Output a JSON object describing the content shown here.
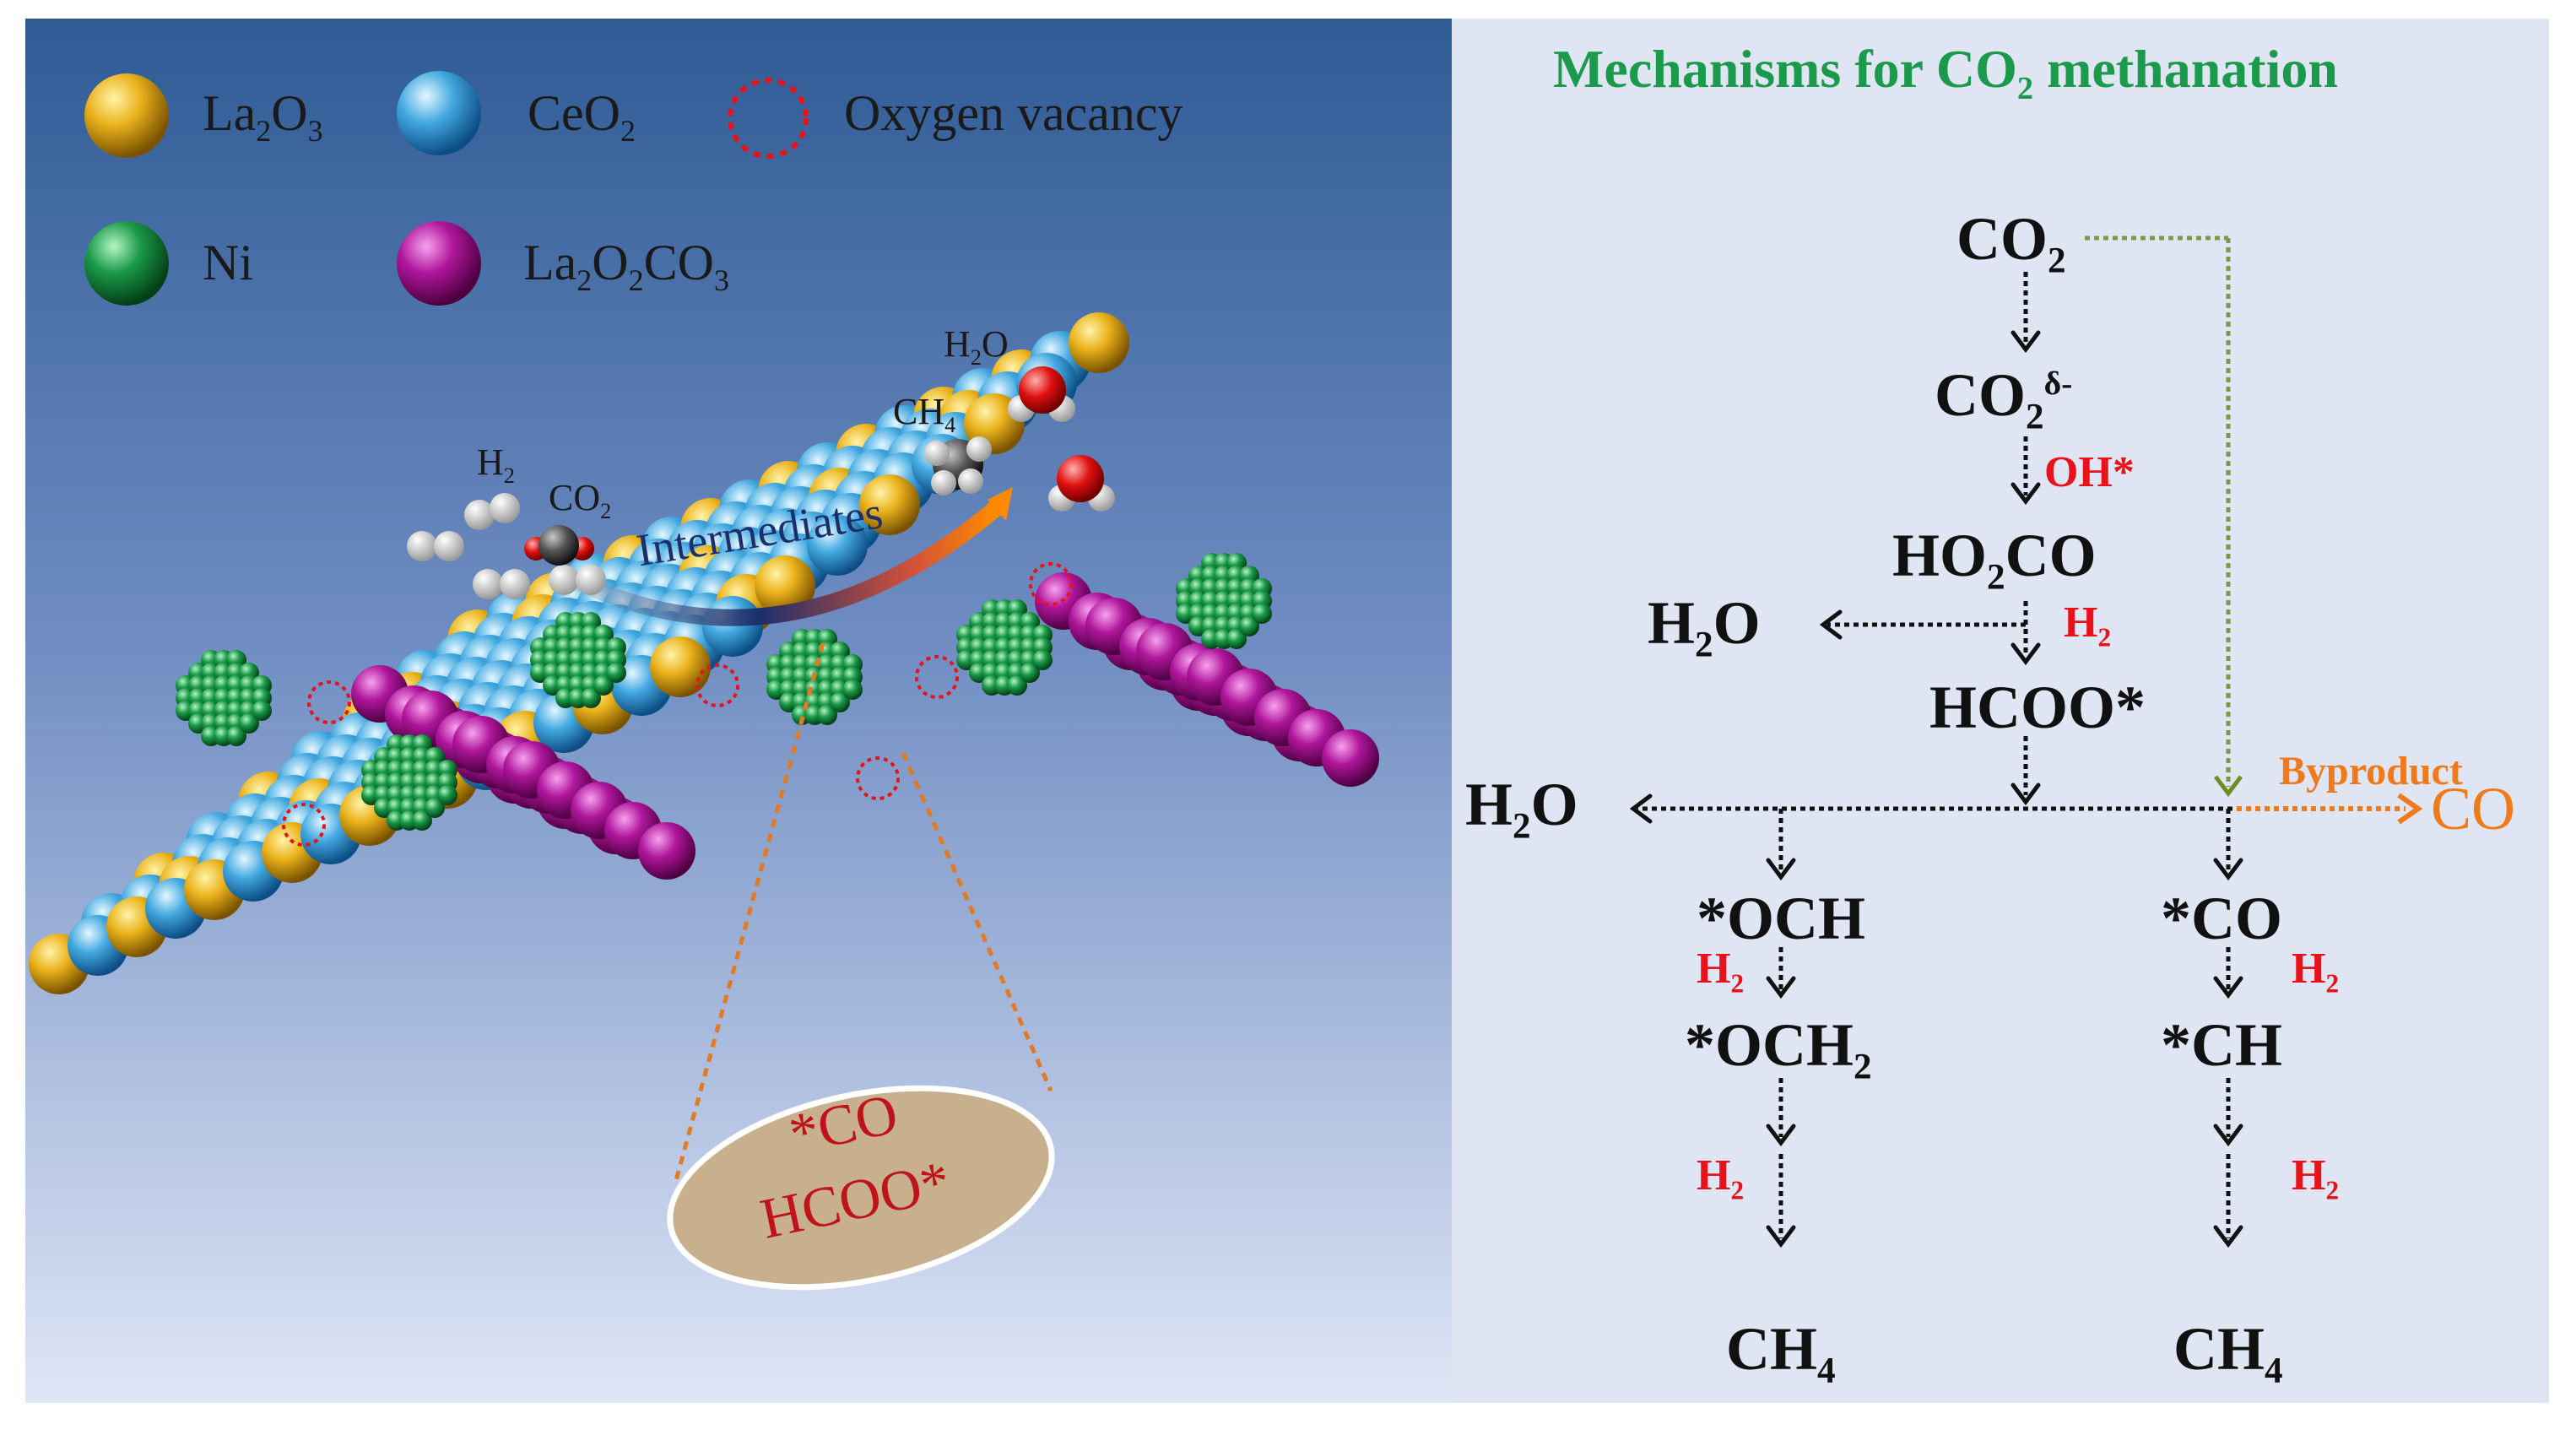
{
  "legend": {
    "la2o3": {
      "pre": "La",
      "s1": "2",
      "mid": "O",
      "s2": "3"
    },
    "ceo2": {
      "pre": "CeO",
      "s1": "2"
    },
    "vacancy": "Oxygen  vacancy",
    "ni": "Ni",
    "la2o2co3": {
      "a": "La",
      "s1": "2",
      "b": "O",
      "s2": "2",
      "c": "CO",
      "s3": "3"
    }
  },
  "molecules": {
    "h2": {
      "pre": "H",
      "sub": "2"
    },
    "co2": {
      "pre": "CO",
      "sub": "2"
    },
    "h2o": {
      "pre": "H",
      "sub": "2",
      "post": "O"
    },
    "ch4": {
      "pre": "CH",
      "sub": "4"
    }
  },
  "intermediates_label": "Intermediates",
  "callout": {
    "line1": "*CO",
    "line2": "HCOO*"
  },
  "mechanism": {
    "title": {
      "pre": "Mechanisms for CO",
      "sub": "2",
      "post": " methanation"
    },
    "co2": {
      "pre": "CO",
      "sub": "2"
    },
    "co2d": {
      "pre": "CO",
      "sub": "2",
      "sup": "δ-"
    },
    "oh": "OH*",
    "ho2co": {
      "a": "HO",
      "sub": "2",
      "b": "CO"
    },
    "h2o_1": {
      "pre": "H",
      "sub": "2",
      "post": "O"
    },
    "h2_a": {
      "pre": "H",
      "sub": "2"
    },
    "hcoo": "HCOO*",
    "h2o_2": {
      "pre": "H",
      "sub": "2",
      "post": "O"
    },
    "byproduct": "Byproduct",
    "co": "CO",
    "och": "*OCH",
    "h2_b": {
      "pre": "H",
      "sub": "2"
    },
    "och2": {
      "pre": "*OCH",
      "sub": "2"
    },
    "h2_c": {
      "pre": "H",
      "sub": "2"
    },
    "ch4_left": {
      "pre": "CH",
      "sub": "4"
    },
    "sco": "*CO",
    "h2_d": {
      "pre": "H",
      "sub": "2"
    },
    "sch": "*CH",
    "h2_e": {
      "pre": "H",
      "sub": "2"
    },
    "ch4_right": {
      "pre": "CH",
      "sub": "4"
    }
  },
  "colors": {
    "title": "#1a9a4a",
    "red": "#e8121b",
    "orange": "#f07a1a",
    "byproduct_arrow": "#6b8e23"
  }
}
